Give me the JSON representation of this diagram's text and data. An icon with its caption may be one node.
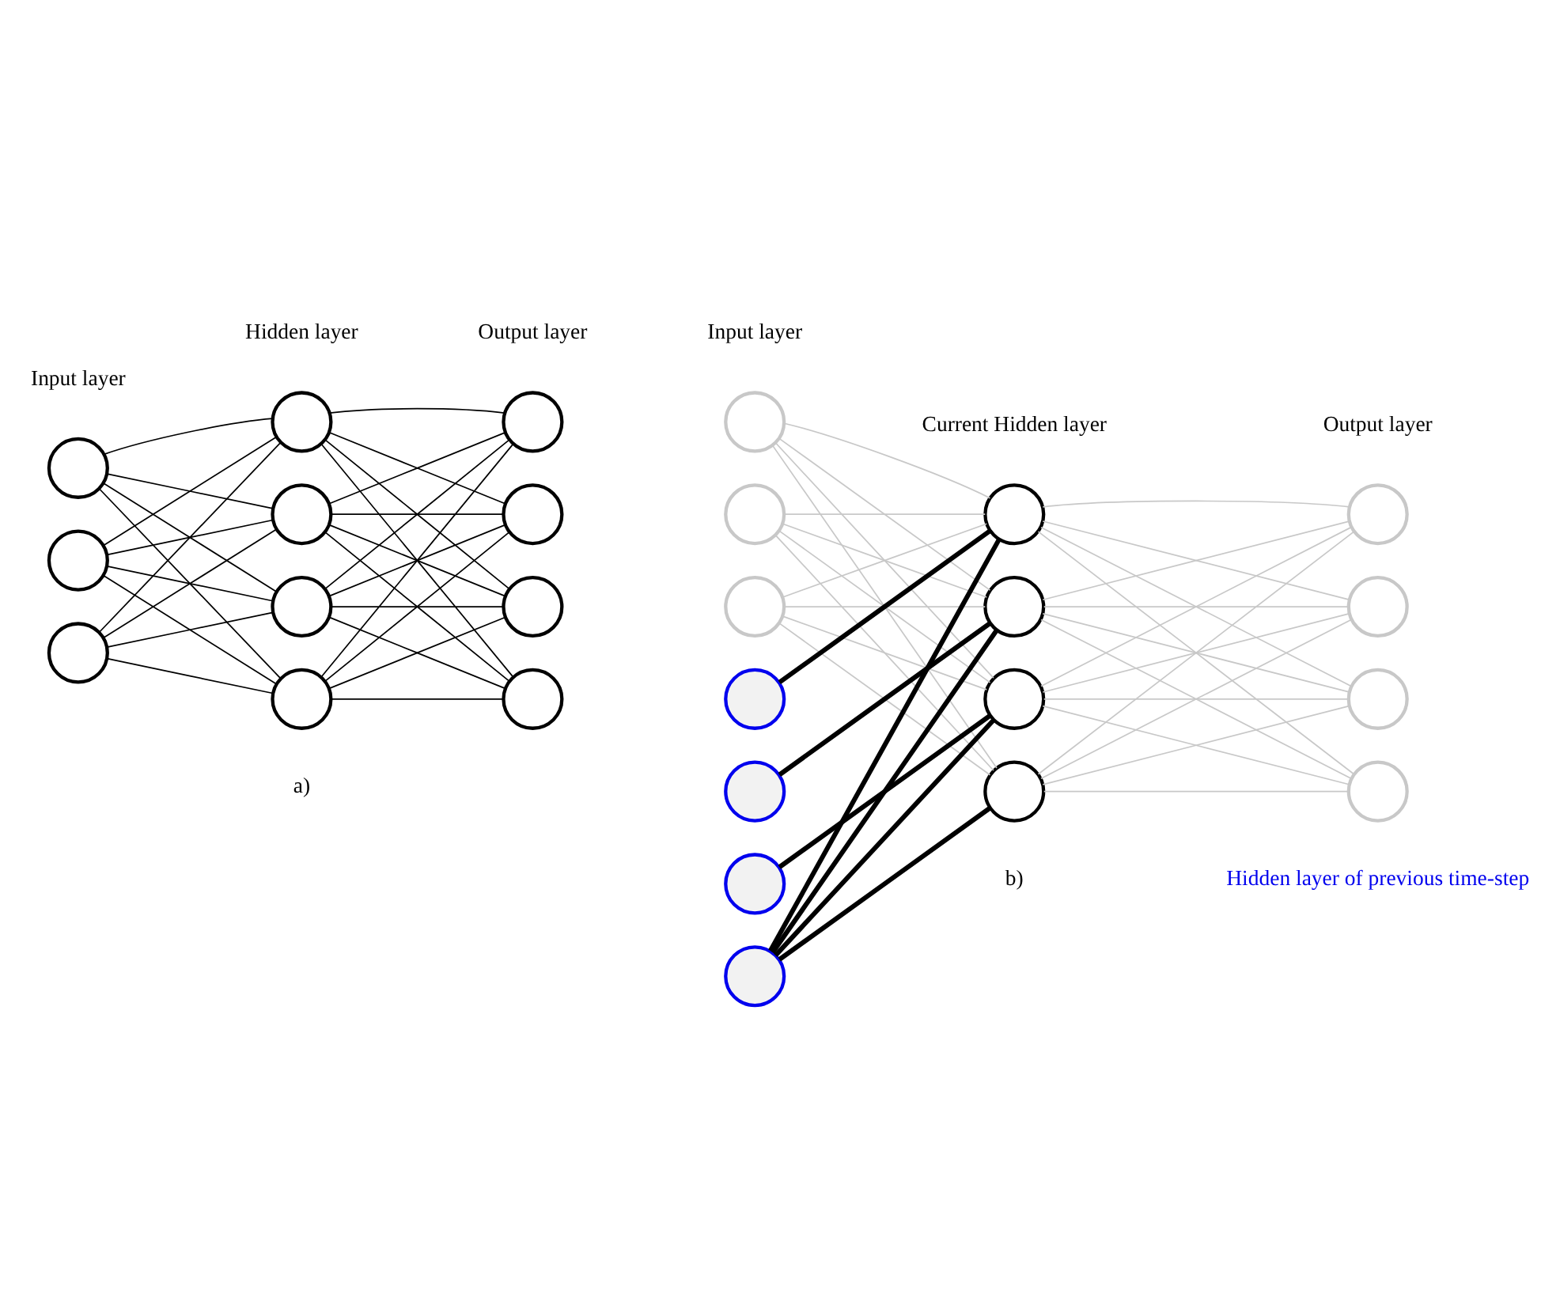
{
  "diagram": {
    "nodes": [
      {
        "text": [],
        "shape": "circle"
      },
      {
        "text": [],
        "shape": "circle"
      },
      {
        "text": [],
        "shape": "circle"
      },
      {
        "text": [],
        "shape": "circle"
      },
      {
        "text": [],
        "shape": "circle"
      },
      {
        "text": [],
        "shape": "circle"
      },
      {
        "text": [],
        "shape": "circle"
      },
      {
        "text": [],
        "shape": "circle"
      },
      {
        "text": [],
        "shape": "circle"
      },
      {
        "text": [],
        "shape": "circle"
      },
      {
        "text": [],
        "shape": "circle"
      },
      {
        "text": [],
        "shape": "circle"
      },
      {
        "text": [],
        "shape": "circle"
      },
      {
        "text": [],
        "shape": "circle"
      },
      {
        "text": [],
        "shape": "circle"
      },
      {
        "text": [],
        "shape": "circle"
      },
      {
        "text": [],
        "shape": "circle"
      },
      {
        "text": [],
        "shape": "circle"
      },
      {
        "text": [],
        "shape": "circle"
      },
      {
        "text": [],
        "shape": "circle"
      },
      {
        "text": [],
        "shape": "circle"
      },
      {
        "text": [],
        "shape": "circle"
      },
      {
        "text": [],
        "shape": "circle"
      },
      {
        "text": [],
        "shape": "circle"
      },
      {
        "text": [],
        "shape": "circle"
      },
      {
        "text": [],
        "shape": "circle"
      }
    ],
    "edges": [
      {
        "from": 0,
        "to": 3,
        "arrow": "none"
      },
      {
        "from": 0,
        "to": 4,
        "arrow": "none"
      },
      {
        "from": 0,
        "to": 5,
        "arrow": "none"
      },
      {
        "from": 0,
        "to": 6,
        "arrow": "none"
      },
      {
        "from": 1,
        "to": 3,
        "arrow": "none"
      },
      {
        "from": 1,
        "to": 4,
        "arrow": "none"
      },
      {
        "from": 1,
        "to": 5,
        "arrow": "none"
      },
      {
        "from": 1,
        "to": 6,
        "arrow": "none"
      },
      {
        "from": 2,
        "to": 3,
        "arrow": "none"
      },
      {
        "from": 2,
        "to": 4,
        "arrow": "none"
      },
      {
        "from": 2,
        "to": 5,
        "arrow": "none"
      },
      {
        "from": 2,
        "to": 6,
        "arrow": "none"
      },
      {
        "from": 3,
        "to": 7,
        "arrow": "none"
      },
      {
        "from": 3,
        "to": 8,
        "arrow": "none"
      },
      {
        "from": 3,
        "to": 9,
        "arrow": "none"
      },
      {
        "from": 3,
        "to": 10,
        "arrow": "none"
      },
      {
        "from": 4,
        "to": 7,
        "arrow": "none"
      },
      {
        "from": 4,
        "to": 8,
        "arrow": "none"
      },
      {
        "from": 4,
        "to": 9,
        "arrow": "none"
      },
      {
        "from": 4,
        "to": 10,
        "arrow": "none"
      },
      {
        "from": 5,
        "to": 7,
        "arrow": "none"
      },
      {
        "from": 5,
        "to": 8,
        "arrow": "none"
      },
      {
        "from": 5,
        "to": 9,
        "arrow": "none"
      },
      {
        "from": 5,
        "to": 10,
        "arrow": "none"
      },
      {
        "from": 6,
        "to": 7,
        "arrow": "none"
      },
      {
        "from": 6,
        "to": 8,
        "arrow": "none"
      },
      {
        "from": 6,
        "to": 9,
        "arrow": "none"
      },
      {
        "from": 6,
        "to": 10,
        "arrow": "none"
      },
      {
        "from": 11,
        "to": 14,
        "arrow": "none",
        "color": "#c8c8c8"
      },
      {
        "from": 11,
        "to": 15,
        "arrow": "none",
        "color": "#c8c8c8"
      },
      {
        "from": 11,
        "to": 16,
        "arrow": "none",
        "color": "#c8c8c8"
      },
      {
        "from": 11,
        "to": 17,
        "arrow": "none",
        "color": "#c8c8c8"
      },
      {
        "from": 12,
        "to": 14,
        "arrow": "none",
        "color": "#c8c8c8"
      },
      {
        "from": 12,
        "to": 15,
        "arrow": "none",
        "color": "#c8c8c8"
      },
      {
        "from": 12,
        "to": 16,
        "arrow": "none",
        "color": "#c8c8c8"
      },
      {
        "from": 12,
        "to": 17,
        "arrow": "none",
        "color": "#c8c8c8"
      },
      {
        "from": 13,
        "to": 14,
        "arrow": "none",
        "color": "#c8c8c8"
      },
      {
        "from": 13,
        "to": 15,
        "arrow": "none",
        "color": "#c8c8c8"
      },
      {
        "from": 13,
        "to": 16,
        "arrow": "none",
        "color": "#c8c8c8"
      },
      {
        "from": 13,
        "to": 17,
        "arrow": "none",
        "color": "#c8c8c8"
      },
      {
        "from": 14,
        "to": 18,
        "arrow": "none",
        "color": "#c8c8c8"
      },
      {
        "from": 14,
        "to": 19,
        "arrow": "none",
        "color": "#c8c8c8"
      },
      {
        "from": 14,
        "to": 20,
        "arrow": "none",
        "color": "#c8c8c8"
      },
      {
        "from": 14,
        "to": 21,
        "arrow": "none",
        "color": "#c8c8c8"
      },
      {
        "from": 15,
        "to": 18,
        "arrow": "none",
        "color": "#c8c8c8"
      },
      {
        "from": 15,
        "to": 19,
        "arrow": "none",
        "color": "#c8c8c8"
      },
      {
        "from": 15,
        "to": 20,
        "arrow": "none",
        "color": "#c8c8c8"
      },
      {
        "from": 15,
        "to": 21,
        "arrow": "none",
        "color": "#c8c8c8"
      },
      {
        "from": 16,
        "to": 18,
        "arrow": "none",
        "color": "#c8c8c8"
      },
      {
        "from": 16,
        "to": 19,
        "arrow": "none",
        "color": "#c8c8c8"
      },
      {
        "from": 16,
        "to": 20,
        "arrow": "none",
        "color": "#c8c8c8"
      },
      {
        "from": 16,
        "to": 21,
        "arrow": "none",
        "color": "#c8c8c8"
      },
      {
        "from": 17,
        "to": 18,
        "arrow": "none",
        "color": "#c8c8c8"
      },
      {
        "from": 17,
        "to": 19,
        "arrow": "none",
        "color": "#c8c8c8"
      },
      {
        "from": 17,
        "to": 20,
        "arrow": "none",
        "color": "#c8c8c8"
      },
      {
        "from": 17,
        "to": 21,
        "arrow": "none",
        "color": "#c8c8c8"
      },
      {
        "from": 22,
        "to": 14,
        "arrow": "none",
        "style": "thick"
      },
      {
        "from": 23,
        "to": 15,
        "arrow": "none",
        "style": "thick"
      },
      {
        "from": 24,
        "to": 16,
        "arrow": "none",
        "style": "thick"
      },
      {
        "from": 25,
        "to": 14,
        "arrow": "none",
        "style": "thick"
      },
      {
        "from": 25,
        "to": 15,
        "arrow": "none",
        "style": "thick"
      },
      {
        "from": 25,
        "to": 16,
        "arrow": "none",
        "style": "thick"
      },
      {
        "from": 25,
        "to": 17,
        "arrow": "none",
        "style": "thick"
      }
    ],
    "labels": [
      "Input layer",
      "Hidden layer",
      "Output layer",
      "Input layer",
      "Current Hidden layer",
      "Output layer",
      "Hidden layer of previous time-step",
      "a)",
      "b)"
    ]
  }
}
